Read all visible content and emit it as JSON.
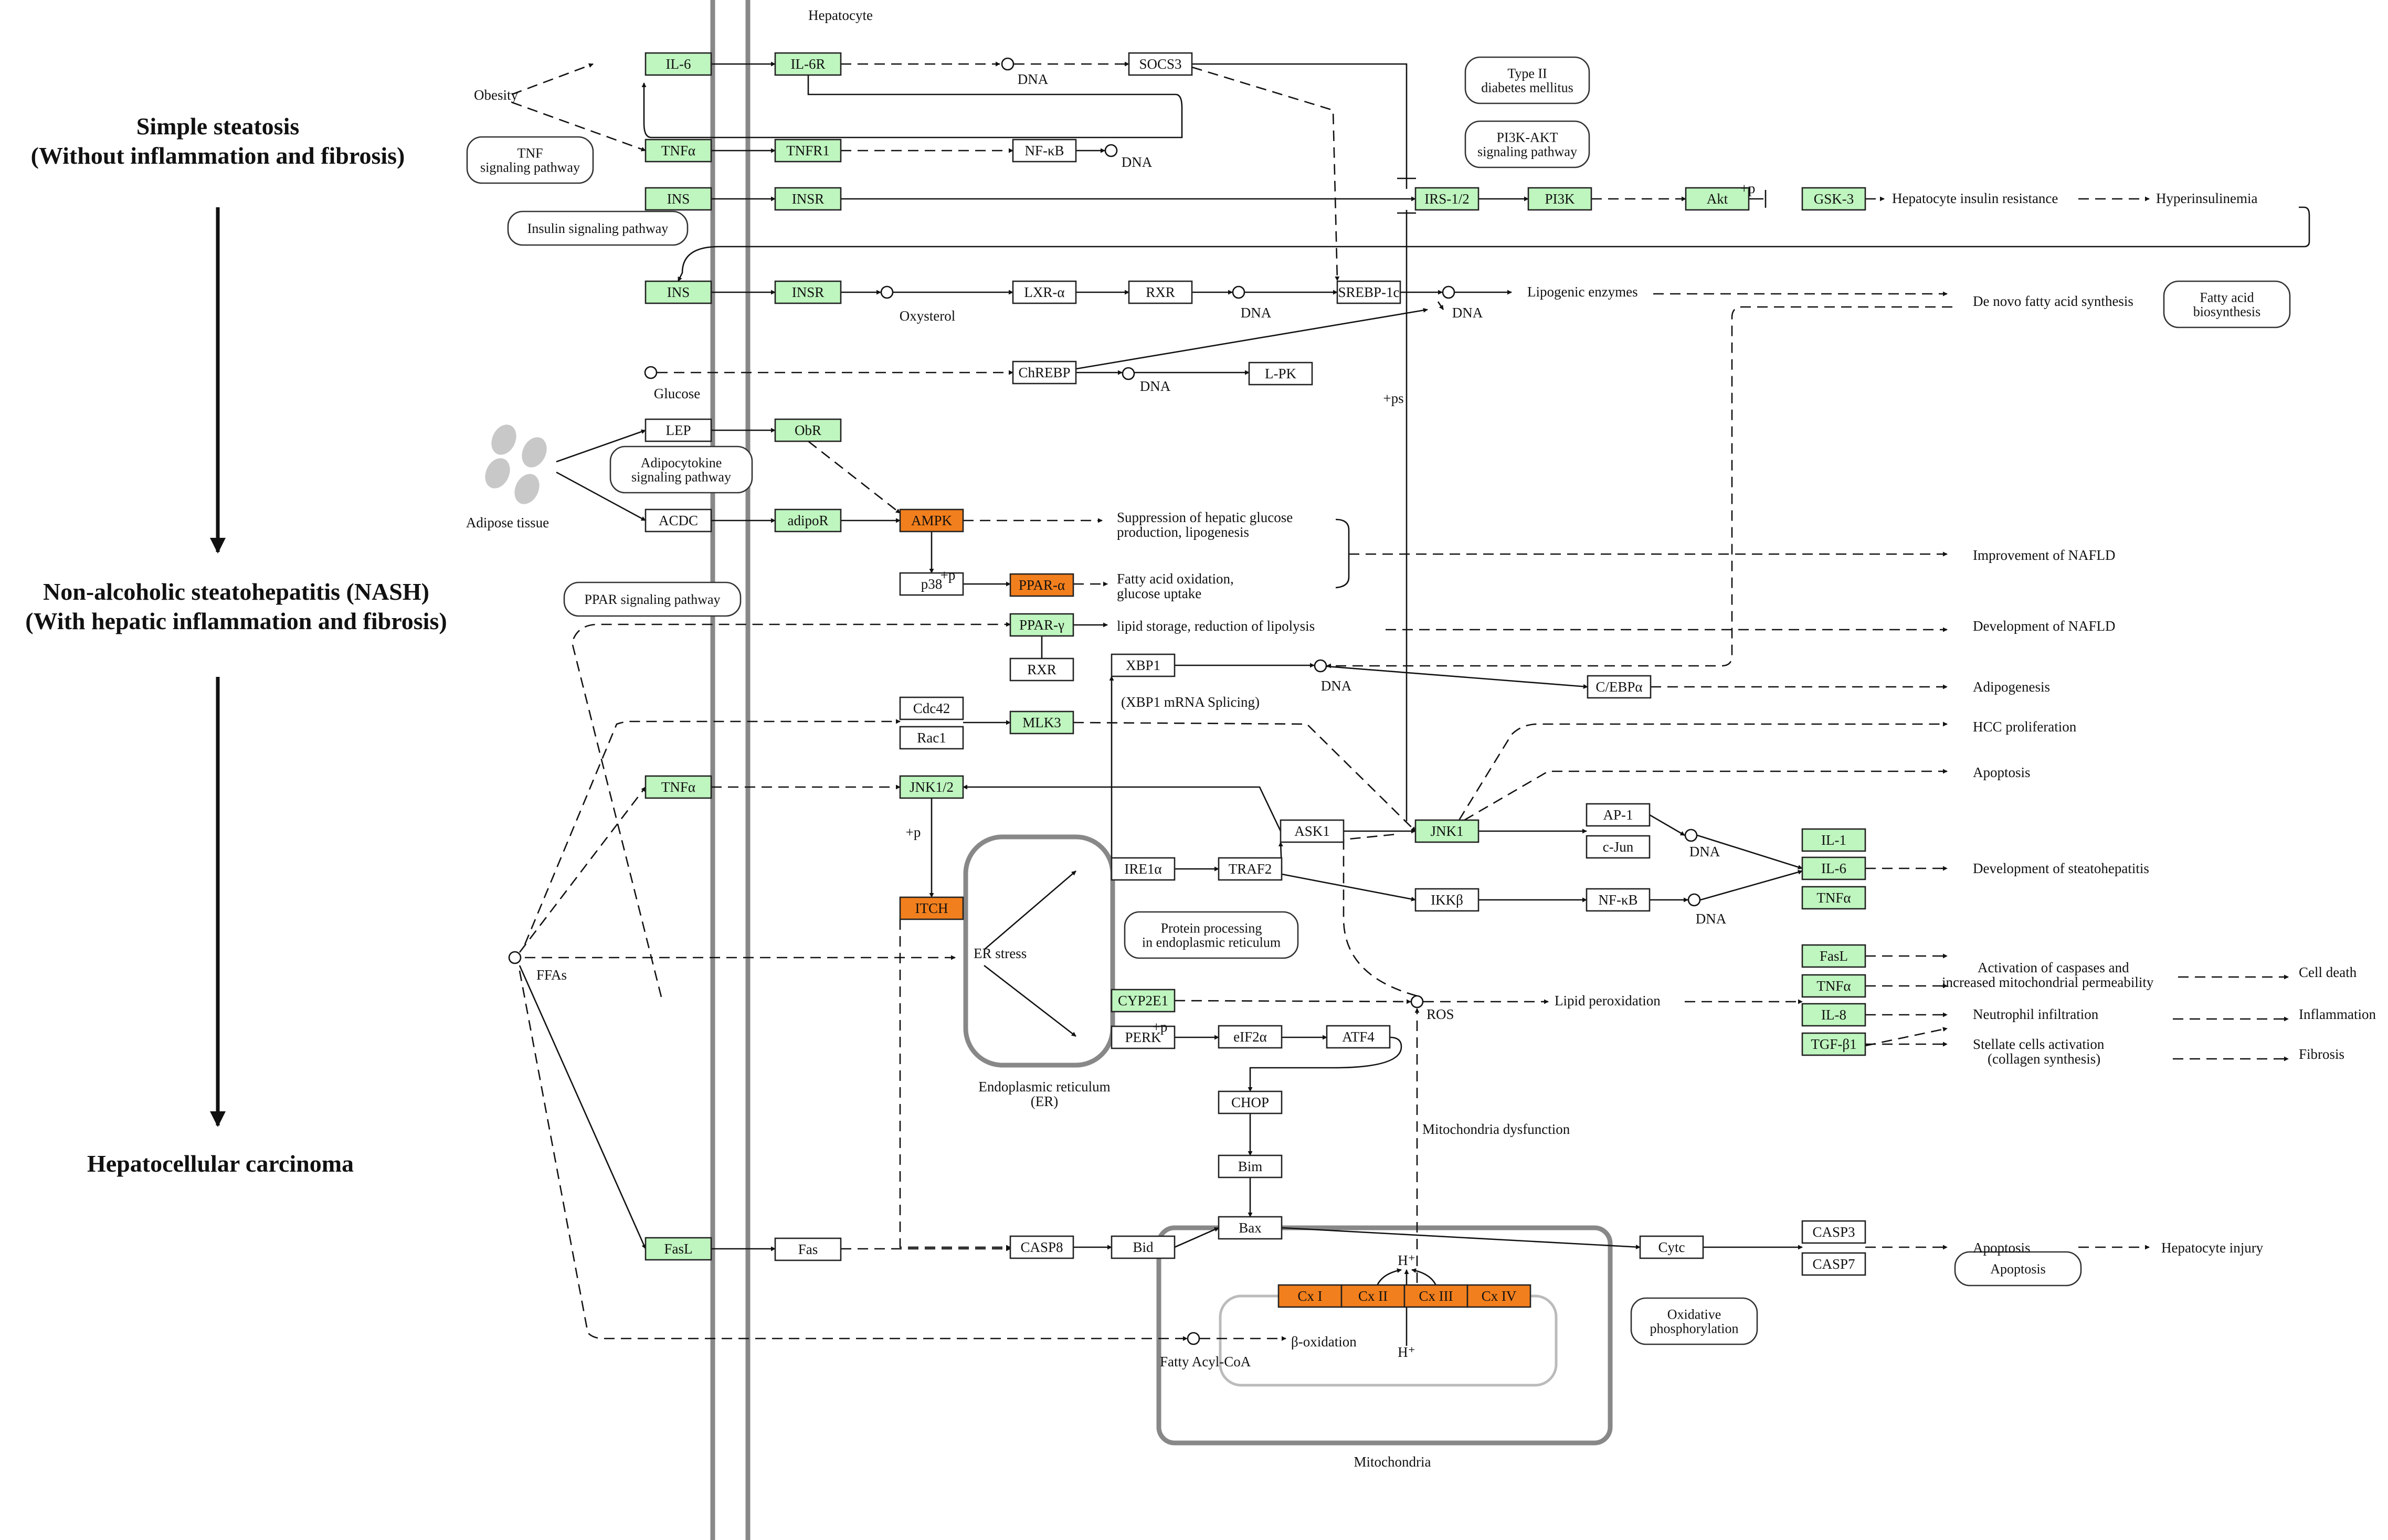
{
  "title": "Hepatocyte",
  "colors": {
    "green": "#bff5bf",
    "orange": "#f27f1d",
    "white": "#ffffff",
    "line": "#111111",
    "membrane": "#888888"
  },
  "stages": [
    {
      "id": "stage-simple-steatosis",
      "lines": [
        "Simple steatosis",
        "(Without inflammation and fibrosis)"
      ]
    },
    {
      "id": "stage-nash",
      "lines": [
        "Non-alcoholic steatohepatitis (NASH)",
        "(With hepatic inflammation and fibrosis)"
      ]
    },
    {
      "id": "stage-hcc",
      "lines": [
        "Hepatocellular carcinoma"
      ]
    }
  ],
  "genes": [
    {
      "id": "il6",
      "label": "IL-6",
      "color": "green"
    },
    {
      "id": "il6r",
      "label": "IL-6R",
      "color": "green"
    },
    {
      "id": "socs3",
      "label": "SOCS3",
      "color": "white"
    },
    {
      "id": "tnfa1",
      "label": "TNFα",
      "color": "green"
    },
    {
      "id": "tnfr1",
      "label": "TNFR1",
      "color": "green"
    },
    {
      "id": "nfkb1",
      "label": "NF-κB",
      "color": "white"
    },
    {
      "id": "ins1",
      "label": "INS",
      "color": "green"
    },
    {
      "id": "insr1",
      "label": "INSR",
      "color": "green"
    },
    {
      "id": "irs12",
      "label": "IRS-1/2",
      "color": "green"
    },
    {
      "id": "pi3k",
      "label": "PI3K",
      "color": "green"
    },
    {
      "id": "akt",
      "label": "Akt",
      "color": "green"
    },
    {
      "id": "gsk3",
      "label": "GSK-3",
      "color": "green"
    },
    {
      "id": "ins2",
      "label": "INS",
      "color": "green"
    },
    {
      "id": "insr2",
      "label": "INSR",
      "color": "green"
    },
    {
      "id": "lxra",
      "label": "LXR-α",
      "color": "white"
    },
    {
      "id": "rxr1",
      "label": "RXR",
      "color": "white"
    },
    {
      "id": "srebp1c",
      "label": "SREBP-1c",
      "color": "white"
    },
    {
      "id": "chrebp",
      "label": "ChREBP",
      "color": "white"
    },
    {
      "id": "lpk",
      "label": "L-PK",
      "color": "white"
    },
    {
      "id": "lep",
      "label": "LEP",
      "color": "white"
    },
    {
      "id": "obr",
      "label": "ObR",
      "color": "green"
    },
    {
      "id": "acdc",
      "label": "ACDC",
      "color": "white"
    },
    {
      "id": "adipor",
      "label": "adipoR",
      "color": "green"
    },
    {
      "id": "ampk",
      "label": "AMPK",
      "color": "orange"
    },
    {
      "id": "p38",
      "label": "p38",
      "color": "white"
    },
    {
      "id": "ppara",
      "label": "PPAR-α",
      "color": "orange"
    },
    {
      "id": "pparg",
      "label": "PPAR-γ",
      "color": "green"
    },
    {
      "id": "rxr2",
      "label": "RXR",
      "color": "white"
    },
    {
      "id": "xbp1",
      "label": "XBP1",
      "color": "white"
    },
    {
      "id": "cebpa",
      "label": "C/EBPα",
      "color": "white"
    },
    {
      "id": "cdc42",
      "label": "Cdc42",
      "color": "white"
    },
    {
      "id": "rac1",
      "label": "Rac1",
      "color": "white"
    },
    {
      "id": "mlk3",
      "label": "MLK3",
      "color": "green"
    },
    {
      "id": "tnfa2",
      "label": "TNFα",
      "color": "green"
    },
    {
      "id": "jnk12",
      "label": "JNK1/2",
      "color": "green"
    },
    {
      "id": "ask1",
      "label": "ASK1",
      "color": "white"
    },
    {
      "id": "jnk1",
      "label": "JNK1",
      "color": "green"
    },
    {
      "id": "ap1",
      "label": "AP-1",
      "color": "white"
    },
    {
      "id": "cjun",
      "label": "c-Jun",
      "color": "white"
    },
    {
      "id": "il1",
      "label": "IL-1",
      "color": "green"
    },
    {
      "id": "il6b",
      "label": "IL-6",
      "color": "green"
    },
    {
      "id": "tnfa3",
      "label": "TNFα",
      "color": "green"
    },
    {
      "id": "ire1a",
      "label": "IRE1α",
      "color": "white"
    },
    {
      "id": "traf2",
      "label": "TRAF2",
      "color": "white"
    },
    {
      "id": "ikkb",
      "label": "IKKβ",
      "color": "white"
    },
    {
      "id": "nfkb2",
      "label": "NF-κB",
      "color": "white"
    },
    {
      "id": "itch",
      "label": "ITCH",
      "color": "orange"
    },
    {
      "id": "cyp2e1",
      "label": "CYP2E1",
      "color": "green"
    },
    {
      "id": "perk",
      "label": "PERK",
      "color": "white"
    },
    {
      "id": "eif2a",
      "label": "eIF2α",
      "color": "white"
    },
    {
      "id": "atf4",
      "label": "ATF4",
      "color": "white"
    },
    {
      "id": "chop",
      "label": "CHOP",
      "color": "white"
    },
    {
      "id": "bim",
      "label": "Bim",
      "color": "white"
    },
    {
      "id": "bax",
      "label": "Bax",
      "color": "white"
    },
    {
      "id": "fasl1",
      "label": "FasL",
      "color": "green"
    },
    {
      "id": "tnfa4",
      "label": "TNFα",
      "color": "green"
    },
    {
      "id": "il8",
      "label": "IL-8",
      "color": "green"
    },
    {
      "id": "tgfb1",
      "label": "TGF-β1",
      "color": "green"
    },
    {
      "id": "fasl2",
      "label": "FasL",
      "color": "green"
    },
    {
      "id": "fas",
      "label": "Fas",
      "color": "white"
    },
    {
      "id": "casp8",
      "label": "CASP8",
      "color": "white"
    },
    {
      "id": "bid",
      "label": "Bid",
      "color": "white"
    },
    {
      "id": "cytc",
      "label": "Cytc",
      "color": "white"
    },
    {
      "id": "casp3",
      "label": "CASP3",
      "color": "white"
    },
    {
      "id": "casp7",
      "label": "CASP7",
      "color": "white"
    },
    {
      "id": "cx1",
      "label": "Cx I",
      "color": "orange"
    },
    {
      "id": "cx2",
      "label": "Cx II",
      "color": "orange"
    },
    {
      "id": "cx3",
      "label": "Cx III",
      "color": "orange"
    },
    {
      "id": "cx4",
      "label": "Cx IV",
      "color": "orange"
    }
  ],
  "pathway_refs": [
    {
      "id": "ref-type2-diabetes",
      "lines": [
        "Type II",
        "diabetes mellitus"
      ]
    },
    {
      "id": "ref-pi3k-akt",
      "lines": [
        "PI3K-AKT",
        "signaling pathway"
      ]
    },
    {
      "id": "ref-tnf",
      "lines": [
        "TNF",
        "signaling pathway"
      ]
    },
    {
      "id": "ref-insulin",
      "lines": [
        "Insulin signaling pathway"
      ]
    },
    {
      "id": "ref-fatty-acid-biosynthesis",
      "lines": [
        "Fatty acid",
        "biosynthesis"
      ]
    },
    {
      "id": "ref-adipocytokine",
      "lines": [
        "Adipocytokine",
        "signaling pathway"
      ]
    },
    {
      "id": "ref-ppar",
      "lines": [
        "PPAR signaling pathway"
      ]
    },
    {
      "id": "ref-protein-processing",
      "lines": [
        "Protein processing",
        "in endoplasmic reticulum"
      ]
    },
    {
      "id": "ref-oxidative-phosphorylation",
      "lines": [
        "Oxidative",
        "phosphorylation"
      ]
    },
    {
      "id": "ref-apoptosis",
      "lines": [
        "Apoptosis"
      ]
    }
  ],
  "labels": [
    {
      "id": "obesity",
      "text": "Obesity"
    },
    {
      "id": "dna-socs3",
      "text": "DNA"
    },
    {
      "id": "dna-nfkb",
      "text": "DNA"
    },
    {
      "id": "hepatocyte-insulin-resistance",
      "text": "Hepatocyte insulin resistance"
    },
    {
      "id": "hyperinsulinemia",
      "text": "Hyperinsulinemia"
    },
    {
      "id": "oxysterol",
      "text": "Oxysterol"
    },
    {
      "id": "dna-rxr",
      "text": "DNA"
    },
    {
      "id": "dna-srebp",
      "text": "DNA"
    },
    {
      "id": "lipogenic-enzymes",
      "text": "Lipogenic enzymes"
    },
    {
      "id": "de-novo-fa-synthesis",
      "text": "De novo fatty acid synthesis"
    },
    {
      "id": "glucose",
      "text": "Glucose"
    },
    {
      "id": "dna-chrebp",
      "text": "DNA"
    },
    {
      "id": "plus-ps",
      "text": "+ps"
    },
    {
      "id": "adipose-tissue",
      "text": "Adipose tissue"
    },
    {
      "id": "suppression-1",
      "text": "Suppression of hepatic glucose"
    },
    {
      "id": "suppression-2",
      "text": "production, lipogenesis"
    },
    {
      "id": "plus-p-ampk",
      "text": "+p"
    },
    {
      "id": "fa-oxidation-1",
      "text": "Fatty acid oxidation,"
    },
    {
      "id": "fa-oxidation-2",
      "text": "glucose uptake"
    },
    {
      "id": "improvement-nafld",
      "text": "Improvement of NAFLD"
    },
    {
      "id": "lipid-storage",
      "text": "lipid storage, reduction of lipolysis"
    },
    {
      "id": "development-nafld",
      "text": "Development of NAFLD"
    },
    {
      "id": "dna-xbp1",
      "text": "DNA"
    },
    {
      "id": "adipogenesis",
      "text": "Adipogenesis"
    },
    {
      "id": "xbp1-splicing",
      "text": "(XBP1 mRNA Splicing)"
    },
    {
      "id": "hcc-proliferation",
      "text": "HCC proliferation"
    },
    {
      "id": "apoptosis-jnk",
      "text": "Apoptosis"
    },
    {
      "id": "plus-p-jnk12",
      "text": "+p"
    },
    {
      "id": "dna-ap1",
      "text": "DNA"
    },
    {
      "id": "dna-nfkb2",
      "text": "DNA"
    },
    {
      "id": "development-steatohepatitis",
      "text": "Development of steatohepatitis"
    },
    {
      "id": "ffas",
      "text": "FFAs"
    },
    {
      "id": "er-stress",
      "text": "ER stress"
    },
    {
      "id": "ros",
      "text": "ROS"
    },
    {
      "id": "lipid-peroxidation",
      "text": "Lipid  peroxidation"
    },
    {
      "id": "activation-caspases-1",
      "text": "Activation of caspases and"
    },
    {
      "id": "activation-caspases-2",
      "text": "increased mitochondrial permeability"
    },
    {
      "id": "cell-death",
      "text": "Cell death"
    },
    {
      "id": "neutrophil-infiltration",
      "text": "Neutrophil infiltration"
    },
    {
      "id": "inflammation",
      "text": "Inflammation"
    },
    {
      "id": "stellate-1",
      "text": "Stellate cells activation"
    },
    {
      "id": "stellate-2",
      "text": "(collagen synthesis)"
    },
    {
      "id": "fibrosis",
      "text": "Fibrosis"
    },
    {
      "id": "plus-p-perk",
      "text": "+p"
    },
    {
      "id": "er-label-1",
      "text": "Endoplasmic reticulum"
    },
    {
      "id": "er-label-2",
      "text": "(ER)"
    },
    {
      "id": "mito-dysfunction",
      "text": "Mitochondria dysfunction"
    },
    {
      "id": "apoptosis-cytc",
      "text": "Apoptosis"
    },
    {
      "id": "hepatocyte-injury",
      "text": "Hepatocyte injury"
    },
    {
      "id": "fatty-acyl-coa",
      "text": "Fatty Acyl-CoA"
    },
    {
      "id": "beta-oxidation",
      "text": "β-oxidation"
    },
    {
      "id": "h-plus-top",
      "text": "H⁺"
    },
    {
      "id": "h-plus-bottom",
      "text": "H⁺"
    },
    {
      "id": "mitochondria",
      "text": "Mitochondria"
    },
    {
      "id": "plus-p-akt",
      "text": "+p"
    }
  ]
}
